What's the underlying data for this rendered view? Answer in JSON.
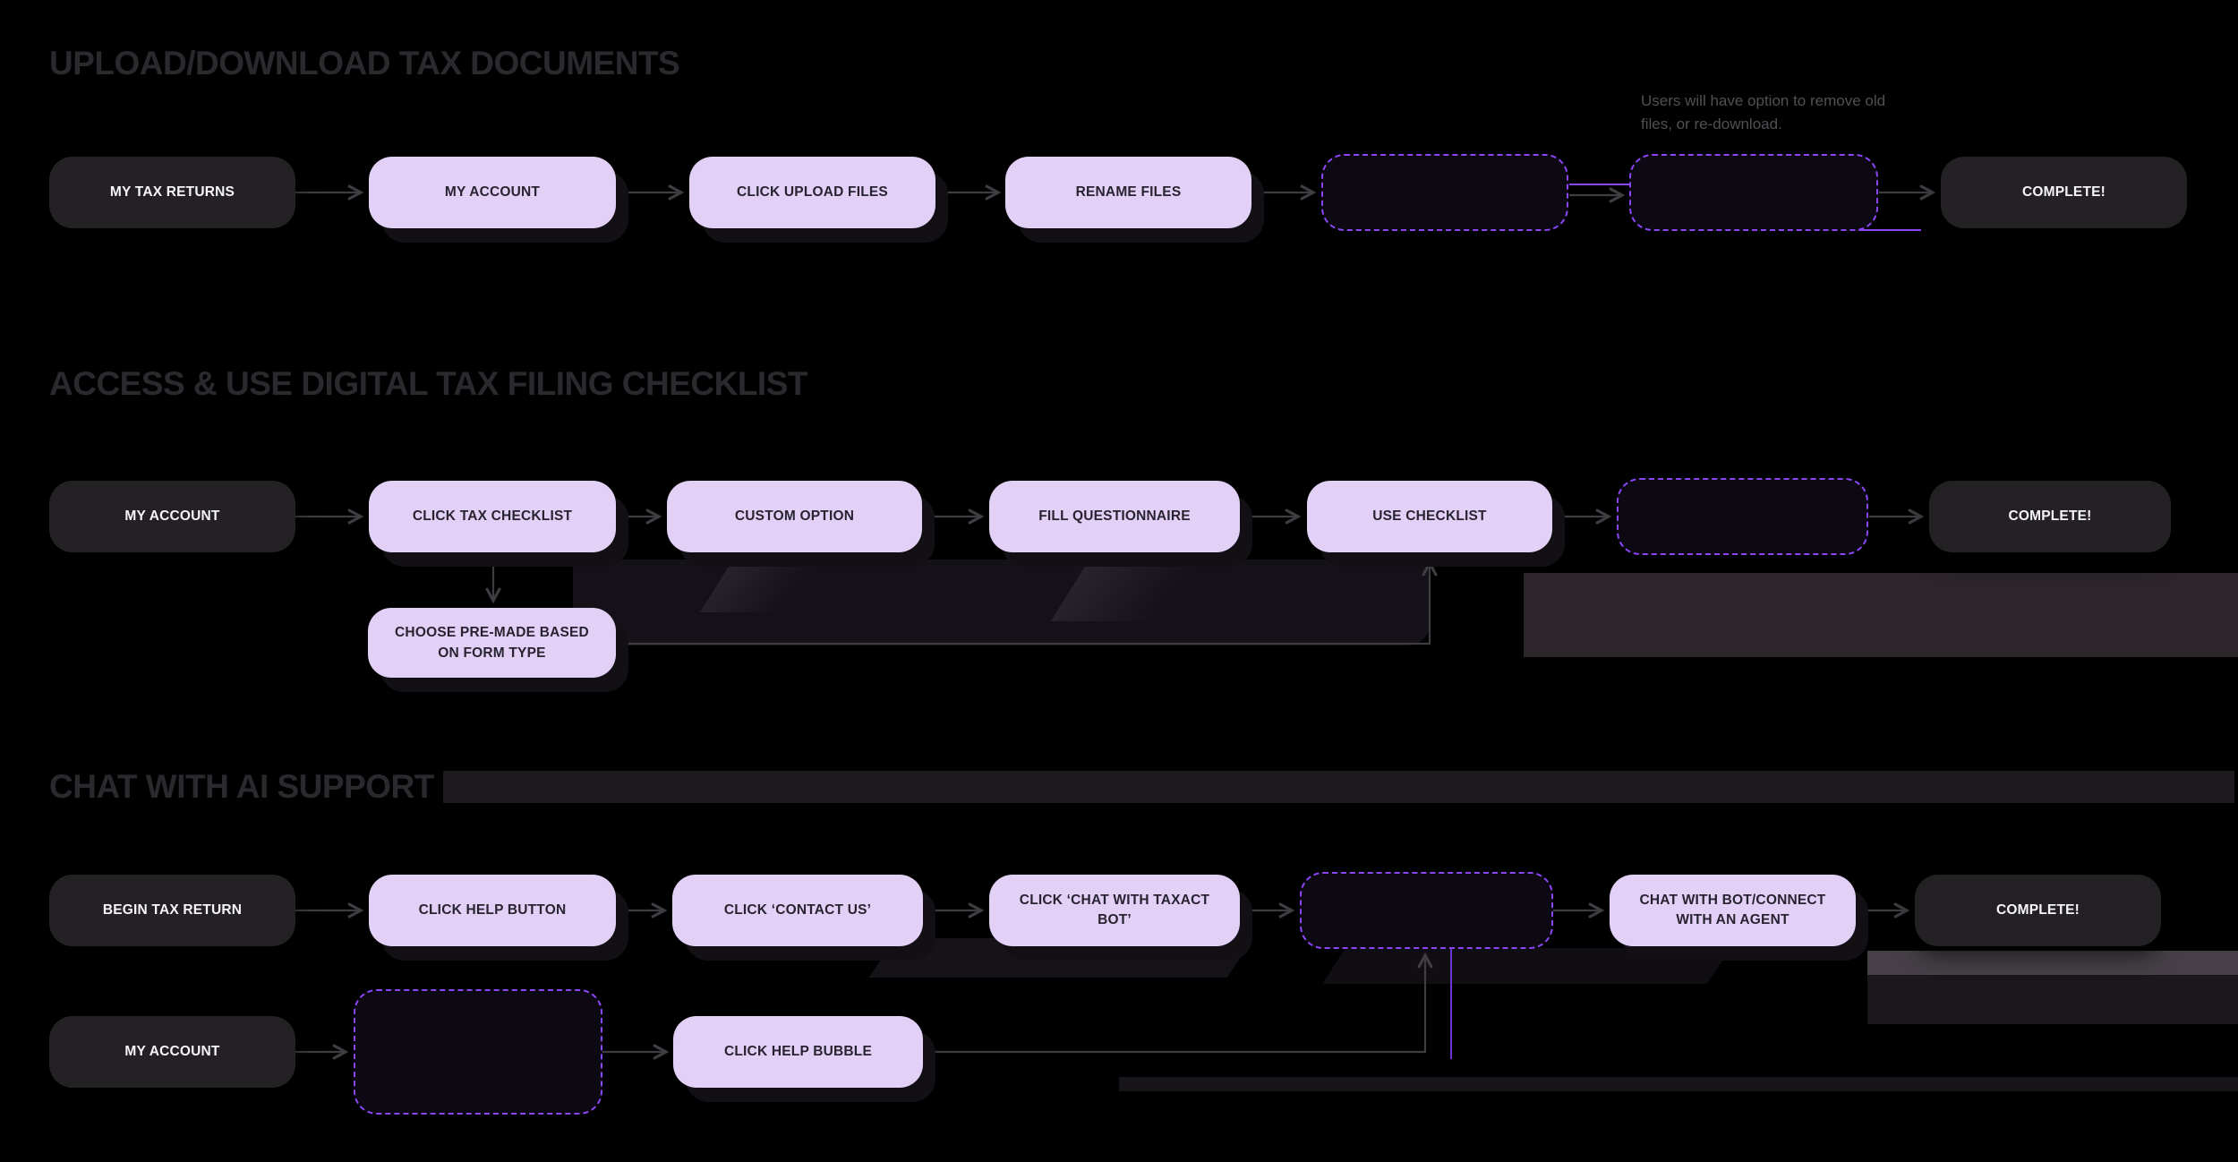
{
  "page": {
    "background": "#000000"
  },
  "colors": {
    "accent_purple": "#8b46f8",
    "light_node_fill": "#e3d0f7",
    "dark_node_fill": "#232124",
    "wire_gray": "#3f3c42"
  },
  "annotation": "Users will have option to remove old files, or re-download.",
  "sections": [
    {
      "title": "UPLOAD/DOWNLOAD TAX DOCUMENTS",
      "nodes": [
        {
          "label": "MY TAX RETURNS"
        },
        {
          "label": "MY ACCOUNT"
        },
        {
          "label": "CLICK UPLOAD FILES"
        },
        {
          "label": "RENAME FILES"
        },
        {
          "label": ""
        },
        {
          "label": ""
        },
        {
          "label": "COMPLETE!"
        }
      ]
    },
    {
      "title": "ACCESS & USE DIGITAL TAX FILING CHECKLIST",
      "nodes": [
        {
          "label": "MY ACCOUNT"
        },
        {
          "label": "CLICK TAX CHECKLIST"
        },
        {
          "label": "CUSTOM OPTION"
        },
        {
          "label": "FILL QUESTIONNAIRE"
        },
        {
          "label": "USE CHECKLIST"
        },
        {
          "label": ""
        },
        {
          "label": "COMPLETE!"
        },
        {
          "label": "CHOOSE PRE-MADE BASED ON FORM TYPE"
        }
      ]
    },
    {
      "title": "CHAT WITH AI SUPPORT",
      "nodes": [
        {
          "label": "BEGIN TAX RETURN"
        },
        {
          "label": "CLICK HELP BUTTON"
        },
        {
          "label": "CLICK ‘CONTACT US’"
        },
        {
          "label": "CLICK ‘CHAT WITH TAXACT BOT’"
        },
        {
          "label": ""
        },
        {
          "label": "CHAT WITH BOT/CONNECT WITH AN AGENT"
        },
        {
          "label": "COMPLETE!"
        },
        {
          "label": "MY ACCOUNT"
        },
        {
          "label": ""
        },
        {
          "label": "CLICK HELP BUBBLE"
        }
      ]
    }
  ]
}
